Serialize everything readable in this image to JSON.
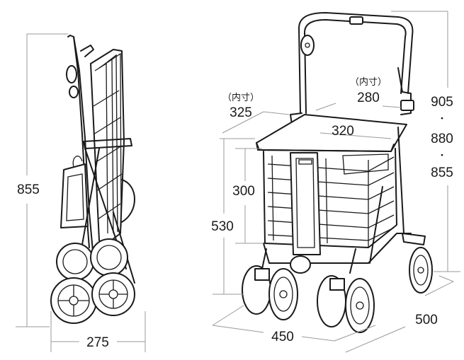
{
  "folded": {
    "height": "855",
    "width": "275"
  },
  "open": {
    "inner_note_left": "（内寸）",
    "seat_depth": "325",
    "inner_note_right": "（内寸）",
    "seat_width_inner": "280",
    "seat_width": "320",
    "basket_height": "300",
    "seat_height": "530",
    "height_1": "905",
    "height_2": "880",
    "height_3": "855",
    "bullet": "・",
    "wheel_width": "450",
    "wheel_depth": "500"
  }
}
